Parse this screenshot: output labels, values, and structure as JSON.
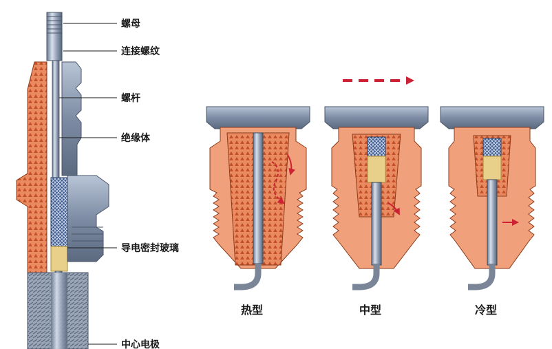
{
  "labels": {
    "nut": "螺母",
    "thread": "连接螺纹",
    "stem": "螺杆",
    "insulator": "绝缘体",
    "glass_seal": "导电密封玻璃",
    "center_electrode": "中心电极"
  },
  "types": {
    "hot": "热型",
    "medium": "中型",
    "cold": "冷型"
  },
  "colors": {
    "ceramic": "#e8805a",
    "metal": "#9aa8bc",
    "arrow": "#cc2233"
  }
}
